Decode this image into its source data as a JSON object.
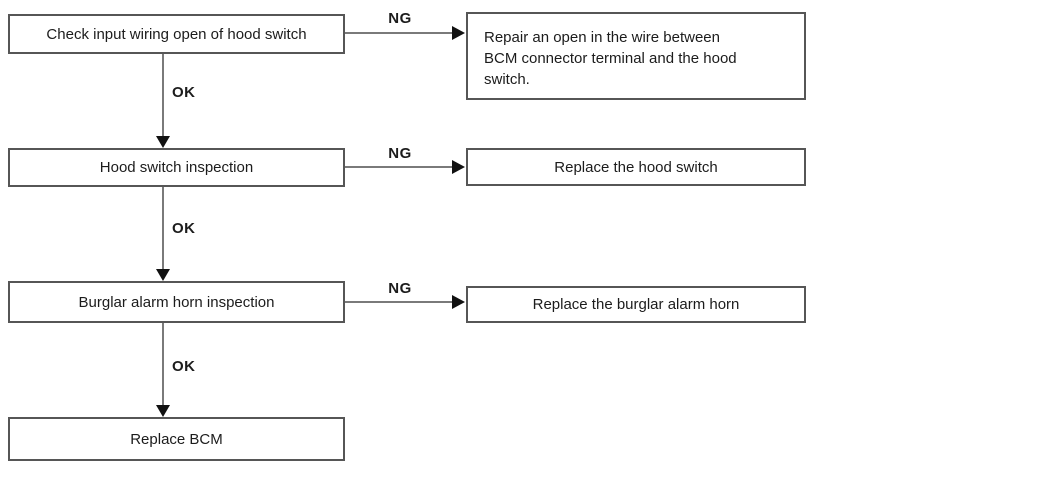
{
  "connector_labels": {
    "ng": "NG",
    "ok": "OK"
  },
  "boxes": {
    "step1": {
      "label": "Check input wiring open of hood switch"
    },
    "action1": {
      "lines": [
        "Repair an open in the wire between",
        "BCM connector terminal and the hood",
        "switch."
      ]
    },
    "step2": {
      "label": "Hood switch inspection"
    },
    "action2": {
      "label": "Replace the hood switch"
    },
    "step3": {
      "label": "Burglar alarm horn inspection"
    },
    "action3": {
      "label": "Replace the burglar alarm horn"
    },
    "step4": {
      "label": "Replace BCM"
    }
  },
  "colors": {
    "box_border": "#565656",
    "connector_line": "#7a7a7a",
    "arrowhead": "#111111",
    "text": "#1c1c1c",
    "background": "#ffffff"
  }
}
